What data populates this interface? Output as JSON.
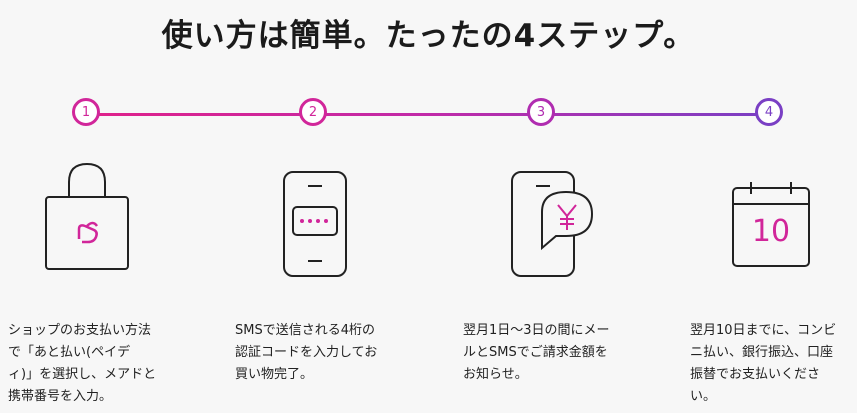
{
  "title": "使い方は簡単。たったの4ステップ。",
  "steps": [
    {
      "number": "1",
      "icon": "shopping-bag-icon",
      "text_lines": [
        "ショップのお支払い方法",
        "で「あと払い(ペイデ",
        "ィ)」を選択し、メアドと",
        "携帯番号を入力。"
      ]
    },
    {
      "number": "2",
      "icon": "phone-sms-code-icon",
      "text_lines": [
        "SMSで送信される4桁の",
        "認証コードを入力してお",
        "買い物完了。"
      ]
    },
    {
      "number": "3",
      "icon": "phone-yen-bubble-icon",
      "text_lines": [
        "翌月1日〜3日の間にメー",
        "ルとSMSでご請求金額を",
        "お知らせ。"
      ]
    },
    {
      "number": "4",
      "icon": "calendar-icon",
      "calendar_day": "10",
      "text_lines": [
        "翌月10日までに、コンビ",
        "ニ払い、銀行振込、口座",
        "振替でお支払いくださ",
        "い。"
      ]
    }
  ],
  "colors": {
    "accent_pink": "#d1269a",
    "accent_purple": "#7a3fc4",
    "line_dark": "#222222"
  }
}
